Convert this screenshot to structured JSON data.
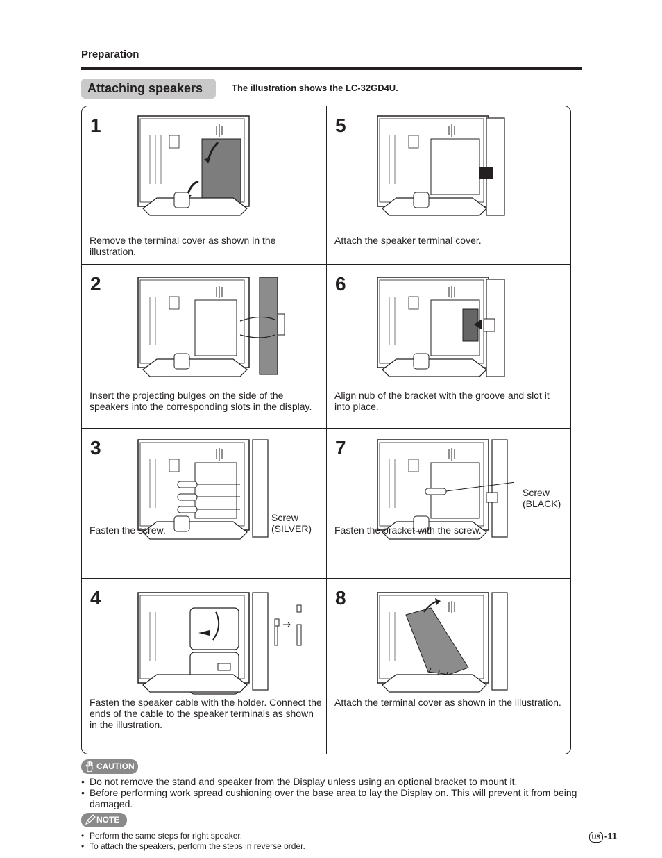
{
  "header": {
    "section": "Preparation",
    "title": "Attaching speakers",
    "illustration_note": "The illustration shows the LC-32GD4U."
  },
  "steps": [
    {
      "num": "1",
      "text": "Remove the terminal cover as shown in the illustration."
    },
    {
      "num": "2",
      "text": "Insert the projecting bulges on the side of the speakers into the corresponding slots in the display."
    },
    {
      "num": "3",
      "text": "Fasten the screw.",
      "callout_line1": "Screw",
      "callout_line2": "(SILVER)"
    },
    {
      "num": "4",
      "text": "Fasten the speaker cable with the holder. Connect the ends of the cable to the speaker terminals as shown in the illustration."
    },
    {
      "num": "5",
      "text": "Attach the speaker terminal cover."
    },
    {
      "num": "6",
      "text": "Align nub of the bracket with the groove and slot it into place."
    },
    {
      "num": "7",
      "text": "Fasten the bracket with the screw.",
      "callout_line1": "Screw",
      "callout_line2": "(BLACK)"
    },
    {
      "num": "8",
      "text": "Attach the terminal cover as shown in the illustration."
    }
  ],
  "caution": {
    "label": "CAUTION",
    "items": [
      "Do not remove the stand and speaker from the Display unless using an optional bracket to mount it.",
      "Before performing work spread cushioning over the base area to lay the Display on. This will prevent it from being damaged."
    ]
  },
  "note": {
    "label": "NOTE",
    "items": [
      "Perform the same steps for right speaker.",
      "To attach the speakers, perform the steps in reverse order."
    ]
  },
  "footer": {
    "region_mark": "US",
    "page": "-11"
  }
}
